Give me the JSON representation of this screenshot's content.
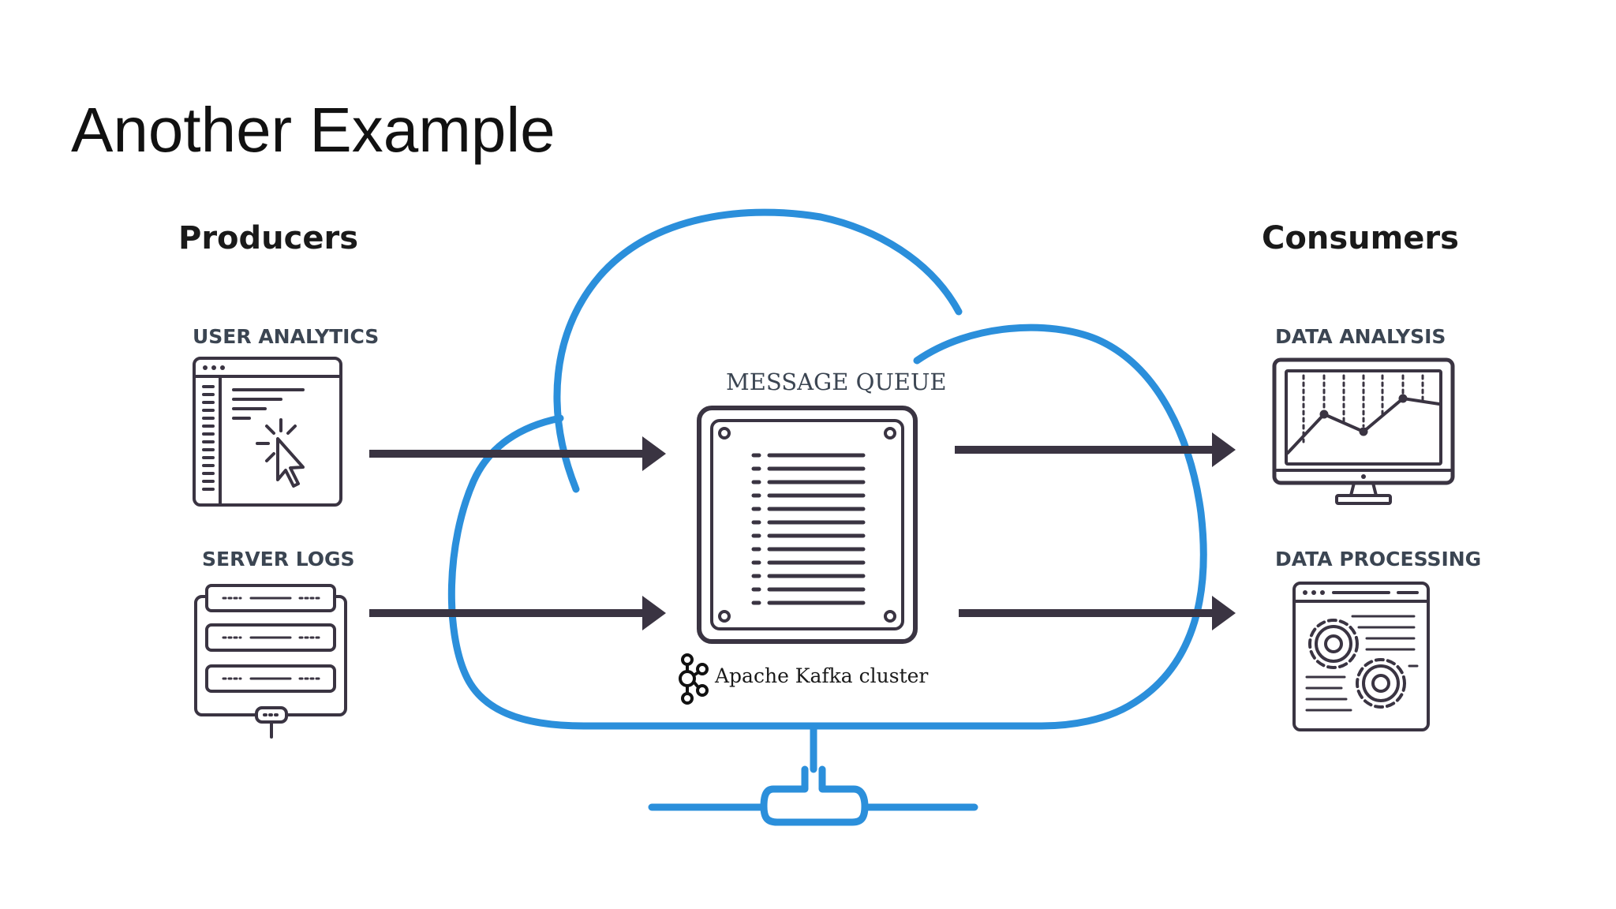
{
  "slide": {
    "title": "Another Example"
  },
  "producers": {
    "heading": "Producers",
    "items": [
      {
        "label": "USER ANALYTICS",
        "icon": "browser-click-icon"
      },
      {
        "label": "SERVER LOGS",
        "icon": "server-rack-icon"
      }
    ]
  },
  "consumers": {
    "heading": "Consumers",
    "items": [
      {
        "label": "DATA ANALYSIS",
        "icon": "monitor-chart-icon"
      },
      {
        "label": "DATA PROCESSING",
        "icon": "gears-window-icon"
      }
    ]
  },
  "queue": {
    "label": "MESSAGE QUEUE",
    "cluster_label": "Apache Kafka cluster",
    "icon": "message-queue-icon"
  },
  "colors": {
    "cloud": "#2b8fdb",
    "arrow": "#3a3442",
    "icon_stroke": "#3a3442"
  }
}
